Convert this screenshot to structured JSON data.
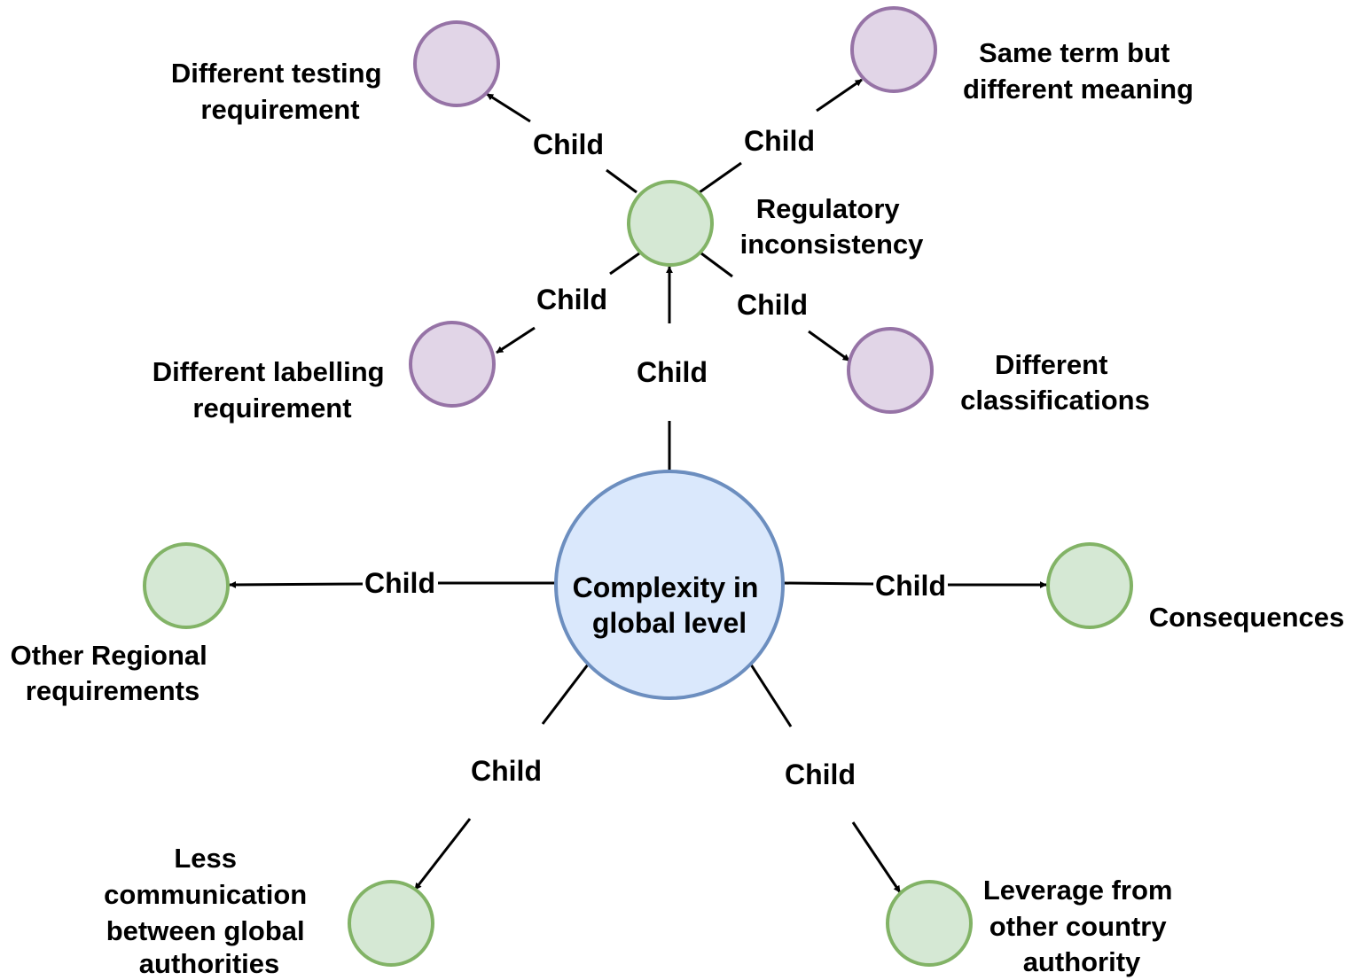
{
  "colors": {
    "center_fill": "#dae8fc",
    "center_stroke": "#6c8ebf",
    "green_fill": "#d5e8d4",
    "green_stroke": "#82b366",
    "purple_fill": "#e1d5e7",
    "purple_stroke": "#9673a6",
    "edge": "#000000"
  },
  "nodes": {
    "center": {
      "lines": [
        "Complexity in",
        "global level"
      ]
    },
    "regulatory": {
      "lines": [
        "Regulatory",
        "inconsistency"
      ]
    },
    "other_regional": {
      "lines": [
        "Other Regional",
        "requirements"
      ]
    },
    "consequences": {
      "lines": [
        "Consequences"
      ]
    },
    "less_communication": {
      "lines": [
        "Less",
        "communication",
        "between global",
        "authorities"
      ]
    },
    "leverage": {
      "lines": [
        "Leverage from",
        "other country",
        "authority"
      ]
    },
    "testing": {
      "lines": [
        "Different testing",
        "requirement"
      ]
    },
    "same_term": {
      "lines": [
        "Same term but",
        "different meaning"
      ]
    },
    "labelling": {
      "lines": [
        "Different labelling",
        "requirement"
      ]
    },
    "classifications": {
      "lines": [
        "Different",
        "classifications"
      ]
    }
  },
  "edge_label": "Child"
}
